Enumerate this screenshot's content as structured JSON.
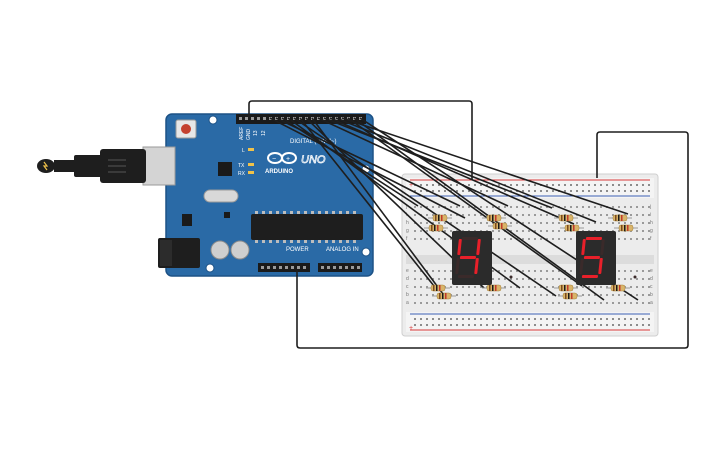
{
  "arduino": {
    "brand": "ARDUINO",
    "model": "UNO",
    "digital_header_label": "DIGITAL (PWM~)",
    "power_header_label": "POWER",
    "analog_header_label": "ANALOG IN",
    "tx_label": "TX",
    "rx_label": "RX",
    "l_label": "L",
    "pin_13": "13",
    "pin_12": "12",
    "aref_label": "AREF",
    "gnd_label": "GND"
  },
  "breadboard": {
    "row_letters_top": [
      "j",
      "i",
      "h",
      "g",
      "f"
    ],
    "row_letters_bottom": [
      "e",
      "d",
      "c",
      "b",
      "a"
    ],
    "plus_label": "+",
    "minus_label": "-"
  },
  "displays": [
    {
      "digit": "4",
      "segments": [
        "b",
        "c",
        "f",
        "g"
      ],
      "color": "#e8202a"
    },
    {
      "digit": "5",
      "segments": [
        "a",
        "c",
        "d",
        "f",
        "g"
      ],
      "color": "#e8202a"
    }
  ],
  "colors": {
    "board": "#2a6aa6",
    "board_edge": "#1d5286",
    "breadboard": "#ececec",
    "wire": "#1e1e1e",
    "rail_red": "#d83a3a",
    "rail_blue": "#3b5fb3",
    "segment_on": "#e8202a",
    "segment_off": "#3a2a2a",
    "display_body": "#2b2b2b"
  },
  "icons": {
    "usb": "usb-connector-icon",
    "power_jack": "dc-power-jack-icon",
    "reset": "reset-button-icon",
    "chip": "atmega-chip-icon"
  }
}
